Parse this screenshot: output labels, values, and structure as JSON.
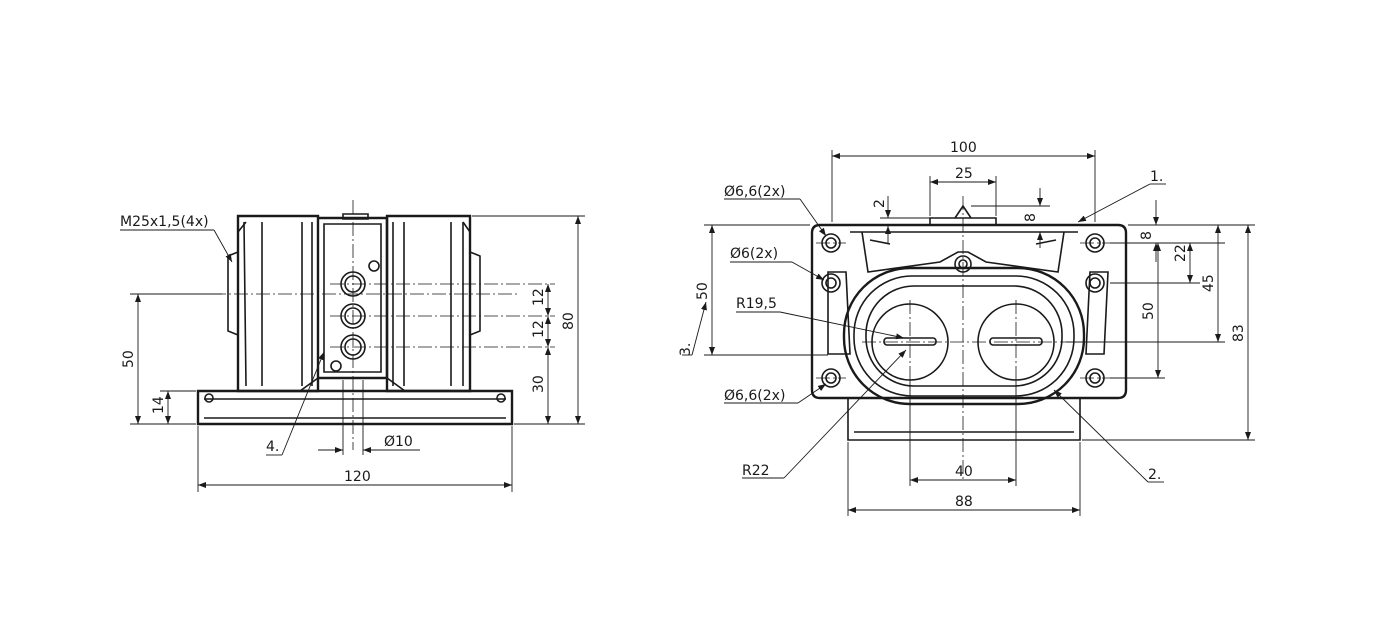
{
  "colors": {
    "line": "#1a1a1a",
    "background": "#ffffff"
  },
  "left_view": {
    "thread_label": "M25x1,5(4x)",
    "dim_width": "120",
    "dim_height_total": "80",
    "dim_height_axis": "50",
    "dim_base_thickness": "14",
    "dim_port_height": "30",
    "dim_pitch_upper": "12",
    "dim_pitch_lower": "12",
    "dim_bore": "Ø10",
    "callout_4": "4."
  },
  "right_view": {
    "dim_width_top": "100",
    "dim_slot": "25",
    "dim_small_2": "2",
    "dim_small_8": "8",
    "hole_top": "Ø6,6(2x)",
    "hole_mid": "Ø6(2x)",
    "hole_bottom": "Ø6,6(2x)",
    "radius_small": "R19,5",
    "radius_large": "R22",
    "dim_center_spacing": "40",
    "dim_width_bottom": "88",
    "dim_side_8": "8",
    "dim_side_22": "22",
    "dim_side_45": "45",
    "dim_side_50_inner": "50",
    "dim_side_50_outer": "50",
    "dim_height_total": "83",
    "callout_1": "1.",
    "callout_2": "2.",
    "callout_3": "3."
  }
}
